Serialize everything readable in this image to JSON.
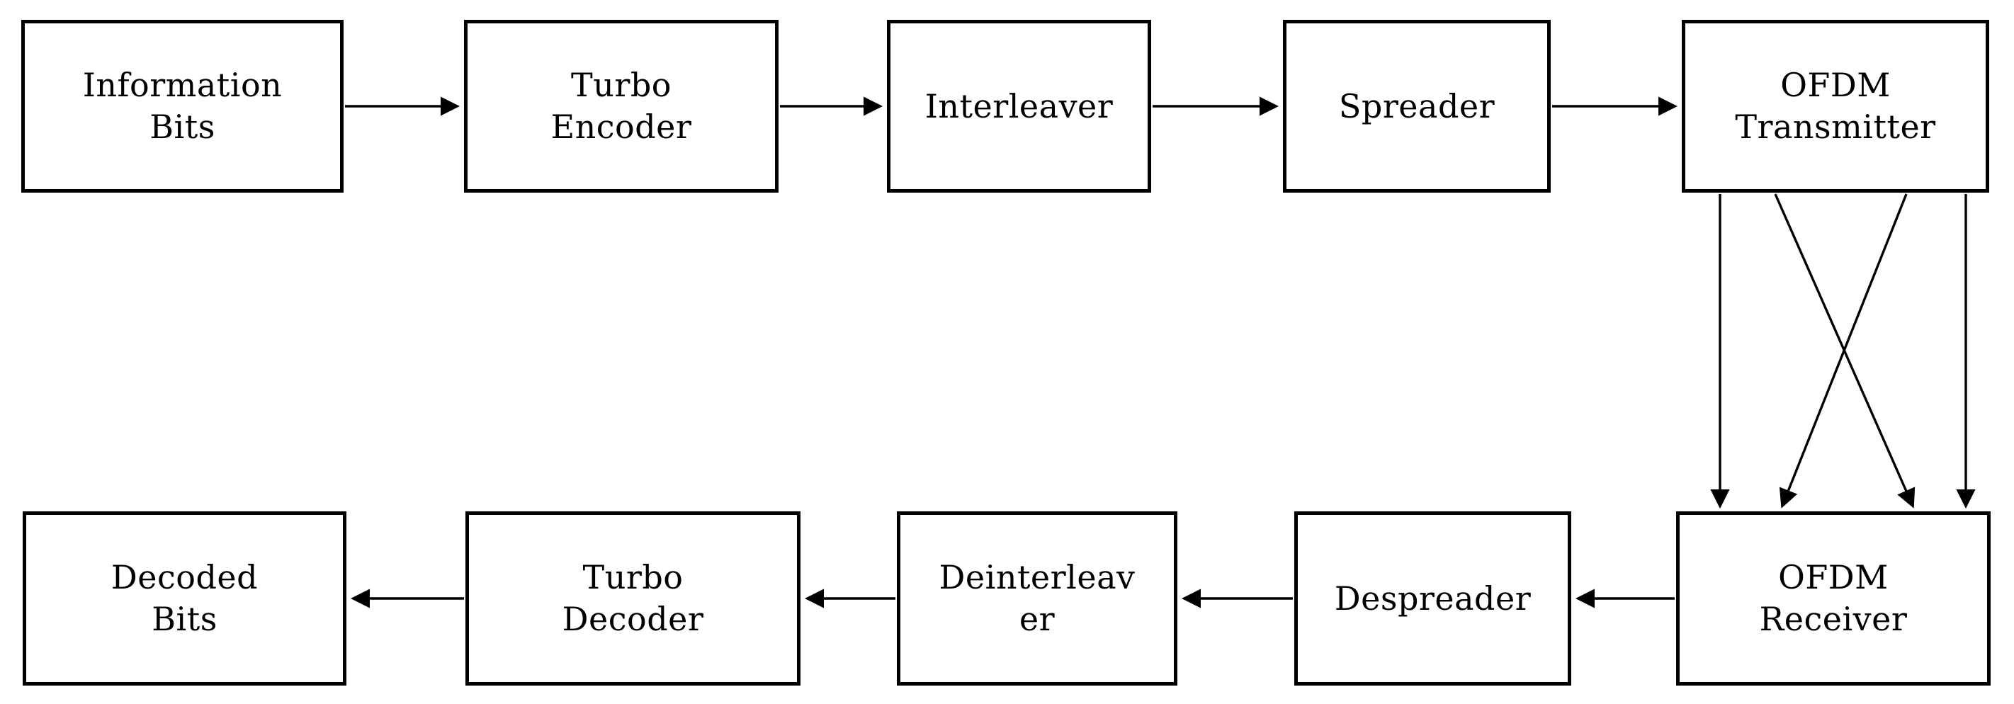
{
  "diagram": {
    "type": "block-diagram",
    "description": "Turbo-coded spread-spectrum OFDM transceiver chain",
    "colors": {
      "background": "#ffffff",
      "box_fill": "#ffffff",
      "box_border": "#000000",
      "line": "#000000",
      "text": "#000000"
    },
    "blocks": [
      {
        "id": "information-bits",
        "label": "Information\nBits"
      },
      {
        "id": "turbo-encoder",
        "label": "Turbo\nEncoder"
      },
      {
        "id": "interleaver",
        "label": "Interleaver"
      },
      {
        "id": "spreader",
        "label": "Spreader"
      },
      {
        "id": "ofdm-transmitter",
        "label": "OFDM\nTransmitter"
      },
      {
        "id": "ofdm-receiver",
        "label": "OFDM\nReceiver"
      },
      {
        "id": "despreader",
        "label": "Despreader"
      },
      {
        "id": "deinterleaver",
        "label": "Deinterleav\ner"
      },
      {
        "id": "turbo-decoder",
        "label": "Turbo\nDecoder"
      },
      {
        "id": "decoded-bits",
        "label": "Decoded\nBits"
      }
    ],
    "edges": [
      {
        "from": "information-bits",
        "to": "turbo-encoder",
        "style": "horizontal-arrow"
      },
      {
        "from": "turbo-encoder",
        "to": "interleaver",
        "style": "horizontal-arrow"
      },
      {
        "from": "interleaver",
        "to": "spreader",
        "style": "horizontal-arrow"
      },
      {
        "from": "spreader",
        "to": "ofdm-transmitter",
        "style": "horizontal-arrow"
      },
      {
        "from": "ofdm-transmitter",
        "to": "ofdm-receiver",
        "style": "vertical-arrow-left"
      },
      {
        "from": "ofdm-transmitter",
        "to": "ofdm-receiver",
        "style": "diagonal-arrow-crossing-right"
      },
      {
        "from": "ofdm-transmitter",
        "to": "ofdm-receiver",
        "style": "diagonal-arrow-crossing-left"
      },
      {
        "from": "ofdm-transmitter",
        "to": "ofdm-receiver",
        "style": "vertical-arrow-right"
      },
      {
        "from": "ofdm-receiver",
        "to": "despreader",
        "style": "horizontal-arrow"
      },
      {
        "from": "despreader",
        "to": "deinterleaver",
        "style": "horizontal-arrow"
      },
      {
        "from": "deinterleaver",
        "to": "turbo-decoder",
        "style": "horizontal-arrow"
      },
      {
        "from": "turbo-decoder",
        "to": "decoded-bits",
        "style": "horizontal-arrow"
      }
    ]
  }
}
